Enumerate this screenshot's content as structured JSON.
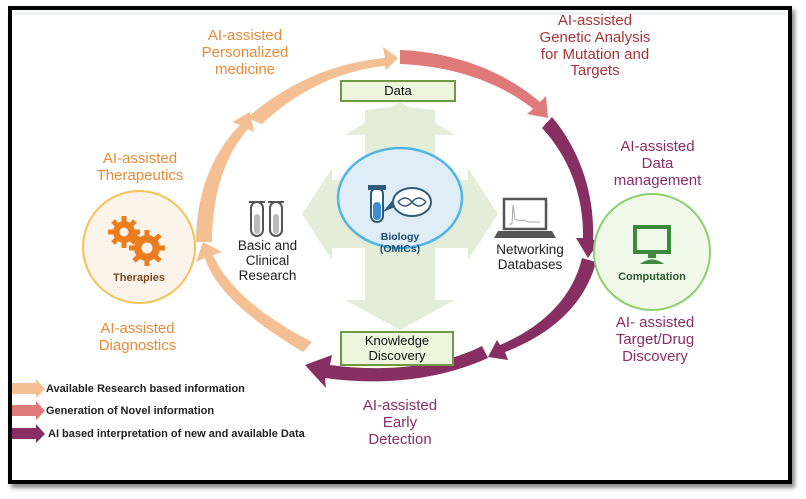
{
  "center": {
    "title_line1": "Biology",
    "title_line2": "(OMICs)",
    "icon": "test-tube-dna-icon"
  },
  "boxes": {
    "data": "Data",
    "knowledge_line1": "Knowledge",
    "knowledge_line2": "Discovery"
  },
  "nodes": {
    "basic_line1": "Basic and",
    "basic_line2": "Clinical",
    "basic_line3": "Research",
    "networking_line1": "Networking",
    "networking_line2": "Databases",
    "therapies": "Therapies",
    "computation": "Computation"
  },
  "labels": {
    "personalized": [
      "AI-assisted",
      "Personalized",
      "medicine"
    ],
    "genetic": [
      "AI-assisted",
      "Genetic Analysis",
      "for Mutation and",
      "Targets"
    ],
    "data_mgmt": [
      "AI-assisted",
      "Data",
      "management"
    ],
    "target_drug": [
      "AI- assisted",
      "Target/Drug",
      "Discovery"
    ],
    "early_detection": [
      "AI-assisted",
      "Early",
      "Detection"
    ],
    "diagnostics": [
      "AI-assisted",
      "Diagnostics"
    ],
    "therapeutics": [
      "AI-assisted",
      "Therapeutics"
    ]
  },
  "legend": [
    {
      "label": "Available Research based information",
      "color": "#f5bf94"
    },
    {
      "label": "Generation of Novel information",
      "color": "#e07a7a"
    },
    {
      "label": "AI based interpretation of new and available Data",
      "color": "#872e63"
    }
  ],
  "colors": {
    "orange_arrow": "#f5bf94",
    "pink_arrow": "#e07a7a",
    "purple_arrow": "#872e63",
    "cross_arrow": "#e3edd8",
    "orange_text": "#ec8a3a",
    "red_text": "#a8343a",
    "purple_text": "#8b2d6a"
  }
}
